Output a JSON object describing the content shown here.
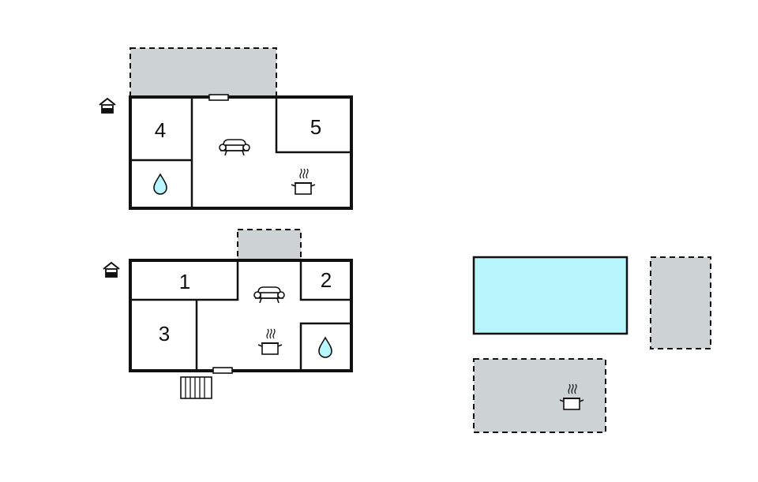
{
  "colors": {
    "wall": "#111111",
    "terrace": "#cdd3d5",
    "pool": "#b8f6fd",
    "water": "#b8f6fd",
    "background": "#ffffff"
  },
  "upper_floor": {
    "rooms": {
      "room_4": "4",
      "room_5": "5"
    },
    "icons": [
      "house-entrance-icon",
      "sofa-icon",
      "cooking-pot-icon",
      "water-drop-icon"
    ]
  },
  "lower_floor": {
    "rooms": {
      "room_1": "1",
      "room_2": "2",
      "room_3": "3"
    },
    "icons": [
      "house-entrance-icon",
      "sofa-icon",
      "cooking-pot-icon",
      "water-drop-icon",
      "stairs-icon"
    ]
  },
  "outdoor": {
    "icons": [
      "swimming-pool",
      "outdoor-kitchen-icon"
    ]
  }
}
